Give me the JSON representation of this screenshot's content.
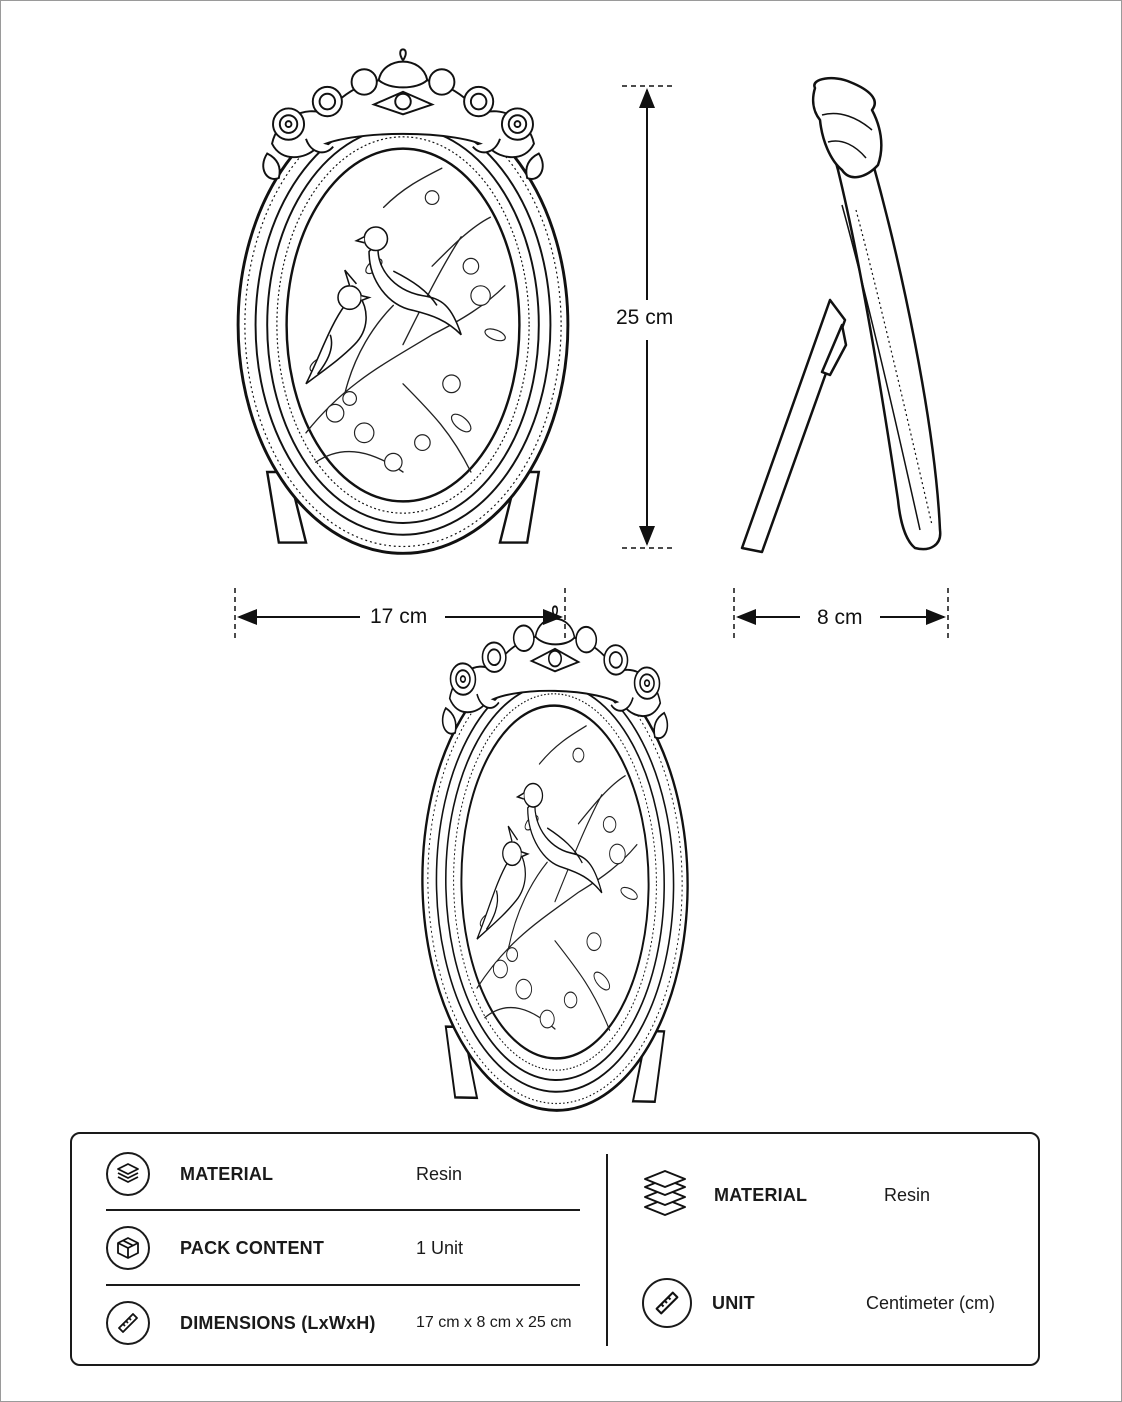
{
  "dimensions": {
    "height_label": "25 cm",
    "width_label": "17 cm",
    "depth_label": "8 cm"
  },
  "specs": {
    "left": [
      {
        "label": "MATERIAL",
        "value": "Resin",
        "icon": "layers-icon"
      },
      {
        "label": "PACK CONTENT",
        "value": "1 Unit",
        "icon": "box-icon"
      },
      {
        "label": "DIMENSIONS (LxWxH)",
        "value": "17 cm x 8 cm x 25 cm",
        "icon": "ruler-icon"
      }
    ],
    "right": [
      {
        "label": "MATERIAL",
        "value": "Resin",
        "icon": "layers-icon"
      },
      {
        "label": "UNIT",
        "value": "Centimeter (cm)",
        "icon": "ruler-icon"
      }
    ]
  }
}
